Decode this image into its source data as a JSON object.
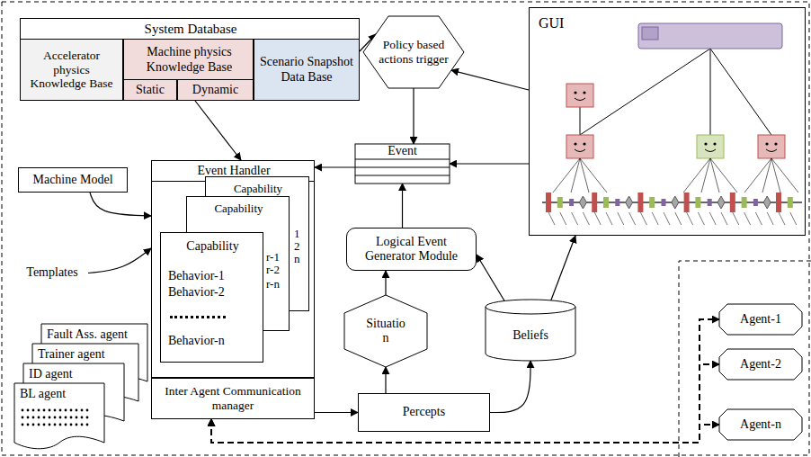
{
  "diagram": {
    "nodes": [
      {
        "text": [
          "System Database"
        ]
      },
      {
        "text": [
          "Accelerator physics Knowledge Base"
        ],
        "in": 0
      },
      {
        "text": [
          "Machine physics Knowledge Base"
        ],
        "in": 0
      },
      {
        "text": [
          "Static"
        ],
        "in": 2
      },
      {
        "text": [
          "Dynamic"
        ],
        "in": 2
      },
      {
        "text": [
          "Scenario Snapshot Data Base"
        ],
        "in": 0
      },
      {
        "text": [
          "Policy based actions trigger"
        ]
      },
      {
        "text": [
          "GUI"
        ]
      },
      {
        "text": [
          "Event"
        ]
      },
      {
        "text": [
          "Machine Model"
        ]
      },
      {
        "text": [
          "Event Handler"
        ]
      },
      {
        "text": [
          "Capability",
          "1",
          "2",
          "n"
        ],
        "in": 10
      },
      {
        "text": [
          "Capability",
          "r-1",
          "r-2",
          "r-n"
        ],
        "in": 10
      },
      {
        "text": [
          "Capability",
          "Behavior-1",
          "Behavior-2",
          "Behavior-n"
        ],
        "in": 10
      },
      {
        "text": [
          "Logical Event Generator Module"
        ]
      },
      {
        "text": [
          "Templates"
        ]
      },
      {
        "text": [
          "Fault Ass. agent"
        ]
      },
      {
        "text": [
          "Trainer agent"
        ]
      },
      {
        "text": [
          "ID agent"
        ]
      },
      {
        "text": [
          "BL agent"
        ]
      },
      {
        "text": [
          "Situatio n"
        ]
      },
      {
        "text": [
          "Beliefs"
        ]
      },
      {
        "text": [
          "Agent-1"
        ]
      },
      {
        "text": [
          "Agent-2"
        ]
      },
      {
        "text": [
          "Inter Agent Communication manager"
        ]
      },
      {
        "text": [
          "Percepts"
        ]
      },
      {
        "text": [
          "Agent-n"
        ]
      }
    ],
    "edges": [
      {
        "from": 5,
        "to": 6,
        "arrow": "to"
      },
      {
        "from": 6,
        "to": 8,
        "arrow": "to"
      },
      {
        "from": 7,
        "to": 6,
        "arrow": "to"
      },
      {
        "from": 7,
        "to": 8,
        "arrow": "to"
      },
      {
        "from": 8,
        "to": 10,
        "arrow": "to"
      },
      {
        "from": 0,
        "to": 10,
        "arrow": "to"
      },
      {
        "from": 9,
        "to": 10,
        "arrow": "to"
      },
      {
        "from": 15,
        "to": 10,
        "arrow": "to"
      },
      {
        "from": 14,
        "to": 8,
        "arrow": "to"
      },
      {
        "from": 20,
        "to": 14,
        "arrow": "to"
      },
      {
        "from": 25,
        "to": 20,
        "arrow": "to"
      },
      {
        "from": 25,
        "to": 21,
        "arrow": "to"
      },
      {
        "from": 21,
        "to": 14,
        "arrow": "to"
      },
      {
        "from": 21,
        "to": 7,
        "arrow": "to"
      },
      {
        "from": 24,
        "to": 25,
        "arrow": "to"
      },
      {
        "from": 24,
        "to": 22,
        "arrow": "both"
      },
      {
        "from": 24,
        "to": 23,
        "arrow": "both"
      },
      {
        "from": 24,
        "to": 26,
        "arrow": "both"
      }
    ]
  }
}
